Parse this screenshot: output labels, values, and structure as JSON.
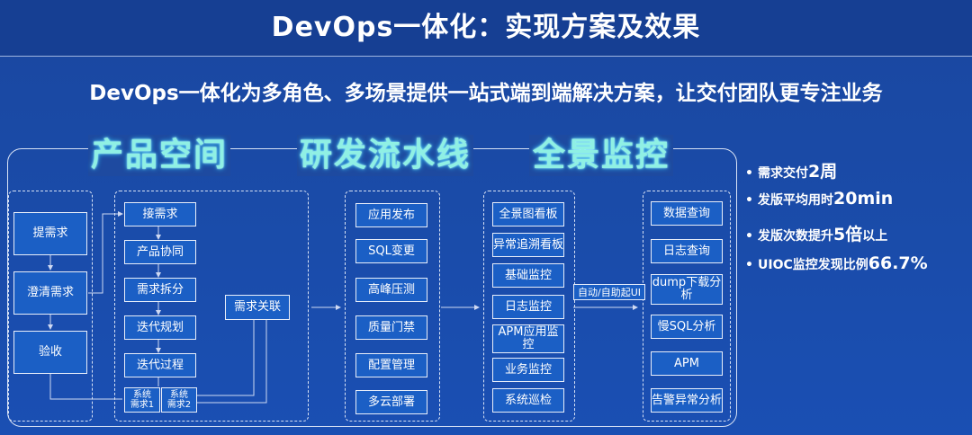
{
  "title": "DevOps一体化：实现方案及效果",
  "subtitle": "DevOps一体化为多角色、多场景提供一站式端到端解决方案，让交付团队更专注业务",
  "groups": [
    "产品空间",
    "研发流水线",
    "全景监控"
  ],
  "requirement_col": [
    "提需求",
    "澄清需求",
    "验收"
  ],
  "product_col": [
    "接需求",
    "产品协同",
    "需求拆分",
    "迭代规划",
    "迭代过程"
  ],
  "system_reqs": [
    "系统\n需求1",
    "系统\n需求2"
  ],
  "req_link": "需求关联",
  "pipeline_col": [
    "应用发布",
    "SQL变更",
    "高峰压测",
    "质量门禁",
    "配置管理",
    "多云部署"
  ],
  "monitor_col": [
    "全景图看板",
    "异常追溯看板",
    "基础监控",
    "日志监控",
    "APM应用监控",
    "业务监控",
    "系统巡检"
  ],
  "auto_label": "自动/自助起UI",
  "result_col": [
    "数据查询",
    "日志查询",
    "dump下载分析",
    "慢SQL分析",
    "APM",
    "告警异常分析"
  ],
  "bullets": [
    {
      "dot": "•",
      "text": "需求交付",
      "big": "2周"
    },
    {
      "dot": "•",
      "text": "发版平均用时",
      "big": "20min"
    },
    {
      "dot": "•",
      "text": "发版次数提升",
      "big": "5倍",
      "tail": "以上"
    },
    {
      "dot": "•",
      "text": "UIOC监控发现比例",
      "big": "66.7%"
    }
  ]
}
